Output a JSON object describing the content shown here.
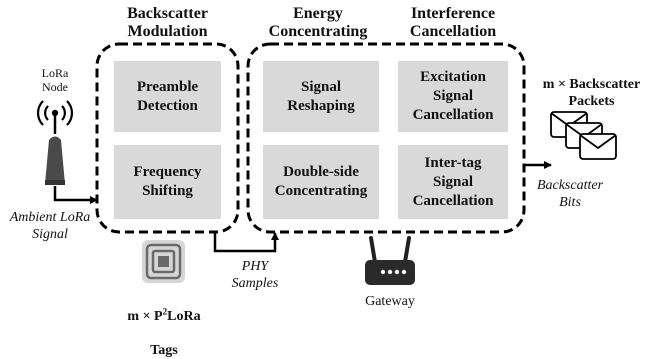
{
  "headers": {
    "backscatter_modulation": "Backscatter\nModulation",
    "energy_concentrating": "Energy\nConcentrating",
    "interference_cancellation": "Interference\nCancellation"
  },
  "blocks": {
    "preamble_detection": "Preamble\nDetection",
    "frequency_shifting": "Frequency\nShifting",
    "signal_reshaping": "Signal\nReshaping",
    "double_side_concentrating": "Double-side\nConcentrating",
    "excitation_signal_cancellation": "Excitation\nSignal\nCancellation",
    "inter_tag_signal_cancellation": "Inter-tag\nSignal\nCancellation"
  },
  "labels": {
    "lora_node": "LoRa\nNode",
    "ambient_lora_signal": "Ambient LoRa\nSignal",
    "tags_prefix": "m × P",
    "tags_superscript": "2",
    "tags_suffix": "LoRa",
    "tags_line2": "Tags",
    "phy_samples": "PHY\nSamples",
    "gateway": "Gateway",
    "backscatter_bits": "Backscatter\nBits",
    "backscatter_packets": "m × Backscatter\nPackets"
  }
}
